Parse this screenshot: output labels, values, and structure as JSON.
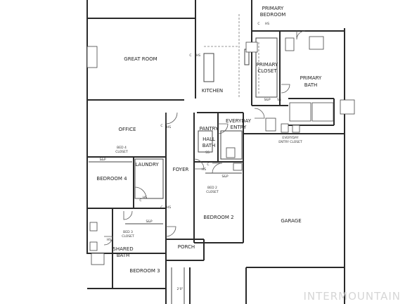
{
  "rooms": {
    "great_room": "GREAT ROOM",
    "kitchen": "KITCHEN",
    "primary_bedroom": [
      "PRIMARY",
      "BEDROOM"
    ],
    "primary_closet": [
      "PRIMARY",
      "CLOSET"
    ],
    "primary_bath": [
      "PRIMARY",
      "BATH"
    ],
    "office": "OFFICE",
    "pantry": "PANTRY",
    "everyday_entry": [
      "EVERYDAY",
      "ENTRY"
    ],
    "hall_bath": [
      "HALL",
      "BATH"
    ],
    "laundry": "LAUNDRY",
    "foyer": "FOYER",
    "bedroom_4": "BEDROOM 4",
    "bedroom_2": "BEDROOM 2",
    "bedroom_3": "BEDROOM 3",
    "shared_bath": [
      "SHARED",
      "BATH"
    ],
    "porch": "PORCH",
    "garage": "GARAGE"
  },
  "notes": {
    "bed4_closet": [
      "BED 4",
      "CLOSET"
    ],
    "bed3_closet": [
      "BED 3",
      "CLOSET"
    ],
    "bed2_closet": [
      "BED 2",
      "CLOSET"
    ],
    "everyday_entry_closet": [
      "EVERYDAY",
      "ENTRY CLOSET"
    ],
    "sp": "S&P",
    "ss": "SS",
    "hs": "HS",
    "c": "C",
    "dimension": "2'0\""
  },
  "watermark": "INTERMOUNTAIN"
}
